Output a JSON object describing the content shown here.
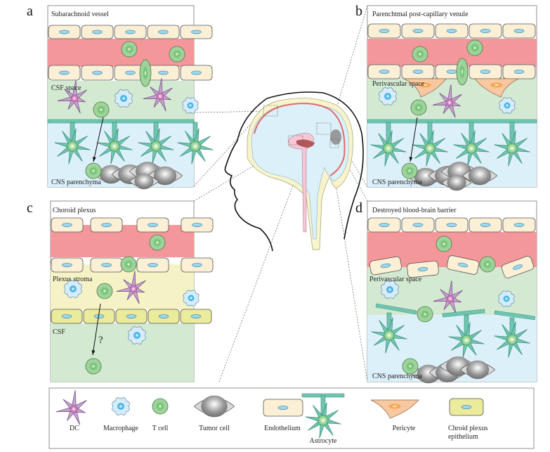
{
  "figure": {
    "panels": [
      {
        "letter": "a",
        "title": "Subarachnoid vessel",
        "regions": [
          "CSF space",
          "CNS parenchyma"
        ]
      },
      {
        "letter": "b",
        "title": "Parenchtmal post-capillary venule",
        "regions": [
          "Perivascular space",
          "CNS parenchyma"
        ]
      },
      {
        "letter": "c",
        "title": "Choroid plexus",
        "regions": [
          "Plexus stroma",
          "CSF"
        ],
        "annotation": "?"
      },
      {
        "letter": "d",
        "title": "Destroyed blood-brain barrier",
        "regions": [
          "Perivascular space",
          "CNS parenchyma"
        ]
      }
    ],
    "legend": [
      {
        "icon": "dendritic-cell-icon",
        "label": "DC"
      },
      {
        "icon": "macrophage-icon",
        "label": "Macrophage"
      },
      {
        "icon": "t-cell-icon",
        "label": "T cell"
      },
      {
        "icon": "tumor-cell-icon",
        "label": "Tumor cell"
      },
      {
        "icon": "endothelium-icon",
        "label": "Endothelium"
      },
      {
        "icon": "astrocyte-icon",
        "label": "Astrocyte"
      },
      {
        "icon": "pericyte-icon",
        "label": "Pericyte"
      },
      {
        "icon": "choroid-epithelium-icon",
        "label": "Chroid plexus",
        "label2": "epithelium"
      }
    ],
    "colors": {
      "vessel": "#f4979a",
      "endothelium": "#fbf0d6",
      "csf": "#d4e9d1",
      "parenchyma": "#dcf0fa",
      "stroma": "#f5f3c6",
      "choroid_epi": "#ebeb9c",
      "tcell": "#9ed39b",
      "dc": "#c9a2d3",
      "macrophage": "#d7ecf8",
      "astrocyte": "#6fc6b0",
      "pericyte": "#f8c8a0",
      "tumor": "#b8b8b8"
    }
  }
}
